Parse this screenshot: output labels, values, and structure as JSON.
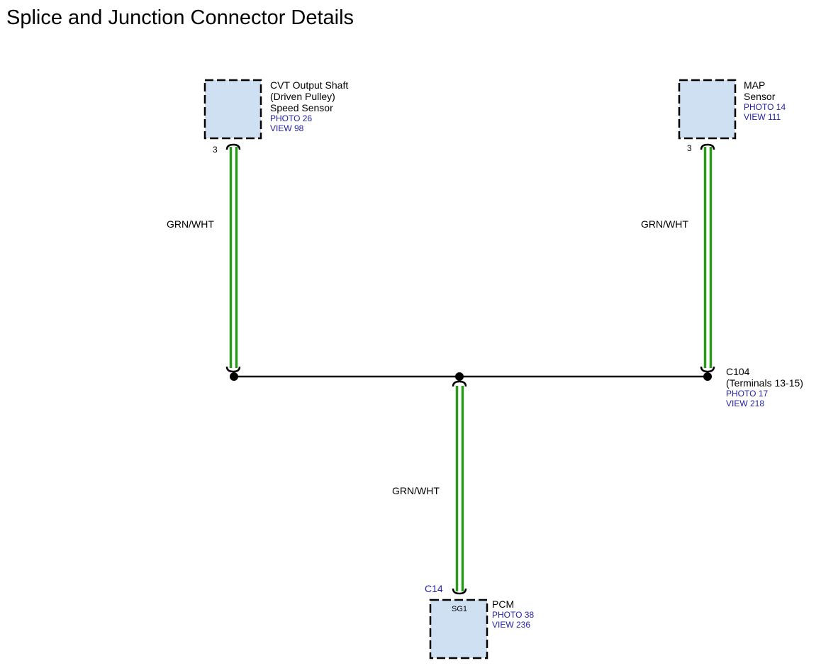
{
  "title": "Splice and Junction Connector Details",
  "colors": {
    "wire": "#2a9a1a",
    "box_fill": "#cfe0f3",
    "box_border": "#000000",
    "link": "#1f1fa8"
  },
  "components": {
    "cvt_sensor": {
      "name_lines": [
        "CVT Output Shaft",
        "(Driven Pulley)",
        "Speed Sensor"
      ],
      "photo": "PHOTO 26",
      "view": "VIEW 98",
      "pin": "3"
    },
    "map_sensor": {
      "name_lines": [
        "MAP",
        "Sensor"
      ],
      "photo": "PHOTO 14",
      "view": "VIEW 111",
      "pin": "3"
    },
    "pcm": {
      "connector_id": "C14",
      "pin": "SG1",
      "name": "PCM",
      "photo": "PHOTO 38",
      "view": "VIEW 236"
    },
    "c104": {
      "id": "C104",
      "terminals": "(Terminals 13-15)",
      "photo": "PHOTO 17",
      "view": "VIEW 218"
    }
  },
  "wires": {
    "left": "GRN/WHT",
    "right": "GRN/WHT",
    "bottom": "GRN/WHT"
  }
}
